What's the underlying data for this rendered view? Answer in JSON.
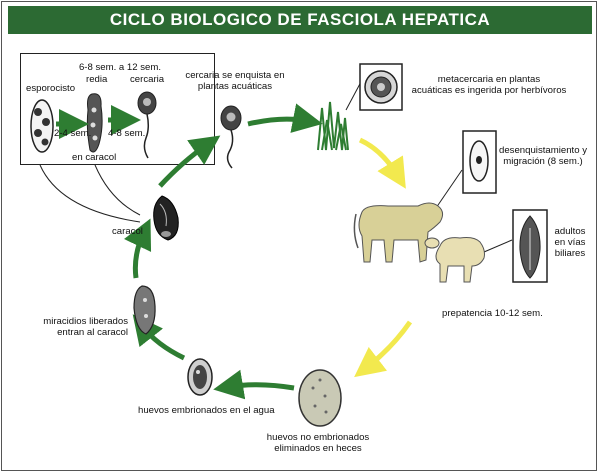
{
  "title": "CICLO BIOLOGICO DE FASCIOLA HEPATICA",
  "colors": {
    "title_bg": "#2c6a33",
    "arrow_green": "#2e7d32",
    "arrow_yellow": "#f2e94e",
    "animal_fill": "#d8d097"
  },
  "snail_box": {
    "weeks_top": "6-8 sem. a 12 sem.",
    "esporocisto": "esporocisto",
    "redia": "redia",
    "cercaria": "cercaria",
    "weeks_a": "2-4 sem.",
    "weeks_b": "4-8 sem.",
    "caption": "en caracol"
  },
  "labels": {
    "cercaria_enquista": [
      "cercaria se enquista en",
      "plantas acuáticas"
    ],
    "metacercaria": [
      "metacercaria en plantas",
      "acuáticas es ingerida por herbívoros"
    ],
    "desenquistamiento": [
      "desenquistamiento y",
      "migración (8 sem.)"
    ],
    "adultos": [
      "adultos",
      "en vías",
      "biliares"
    ],
    "prepatencia": "prepatencia 10-12 sem.",
    "huevos_no_embrionados": [
      "huevos no embrionados",
      "eliminados en heces"
    ],
    "huevos_embrionados": "huevos embrionados en el agua",
    "miracidios": [
      "miracidios liberados",
      "entran al caracol"
    ],
    "caracol": "caracol"
  }
}
